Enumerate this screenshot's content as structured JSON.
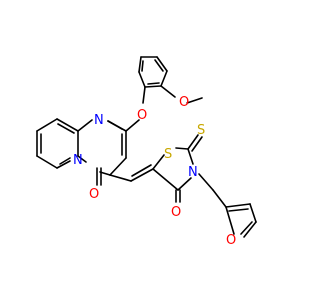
{
  "colors": {
    "bond": "#000000",
    "carbon": "#000000",
    "nitrogen": "#0000ff",
    "oxygen": "#ff0000",
    "sulfur": "#c8a800",
    "background": "#ffffff"
  },
  "atoms": {
    "n_pyrimidine": "N",
    "n_bridgehead": "N",
    "n_thiazolidine": "N",
    "o_aryl_ether": "O",
    "o_methoxy": "O",
    "o_pyridone": "O",
    "o_thiazolidinone": "O",
    "o_furan": "O",
    "s_ring": "S",
    "s_thione": "S"
  }
}
